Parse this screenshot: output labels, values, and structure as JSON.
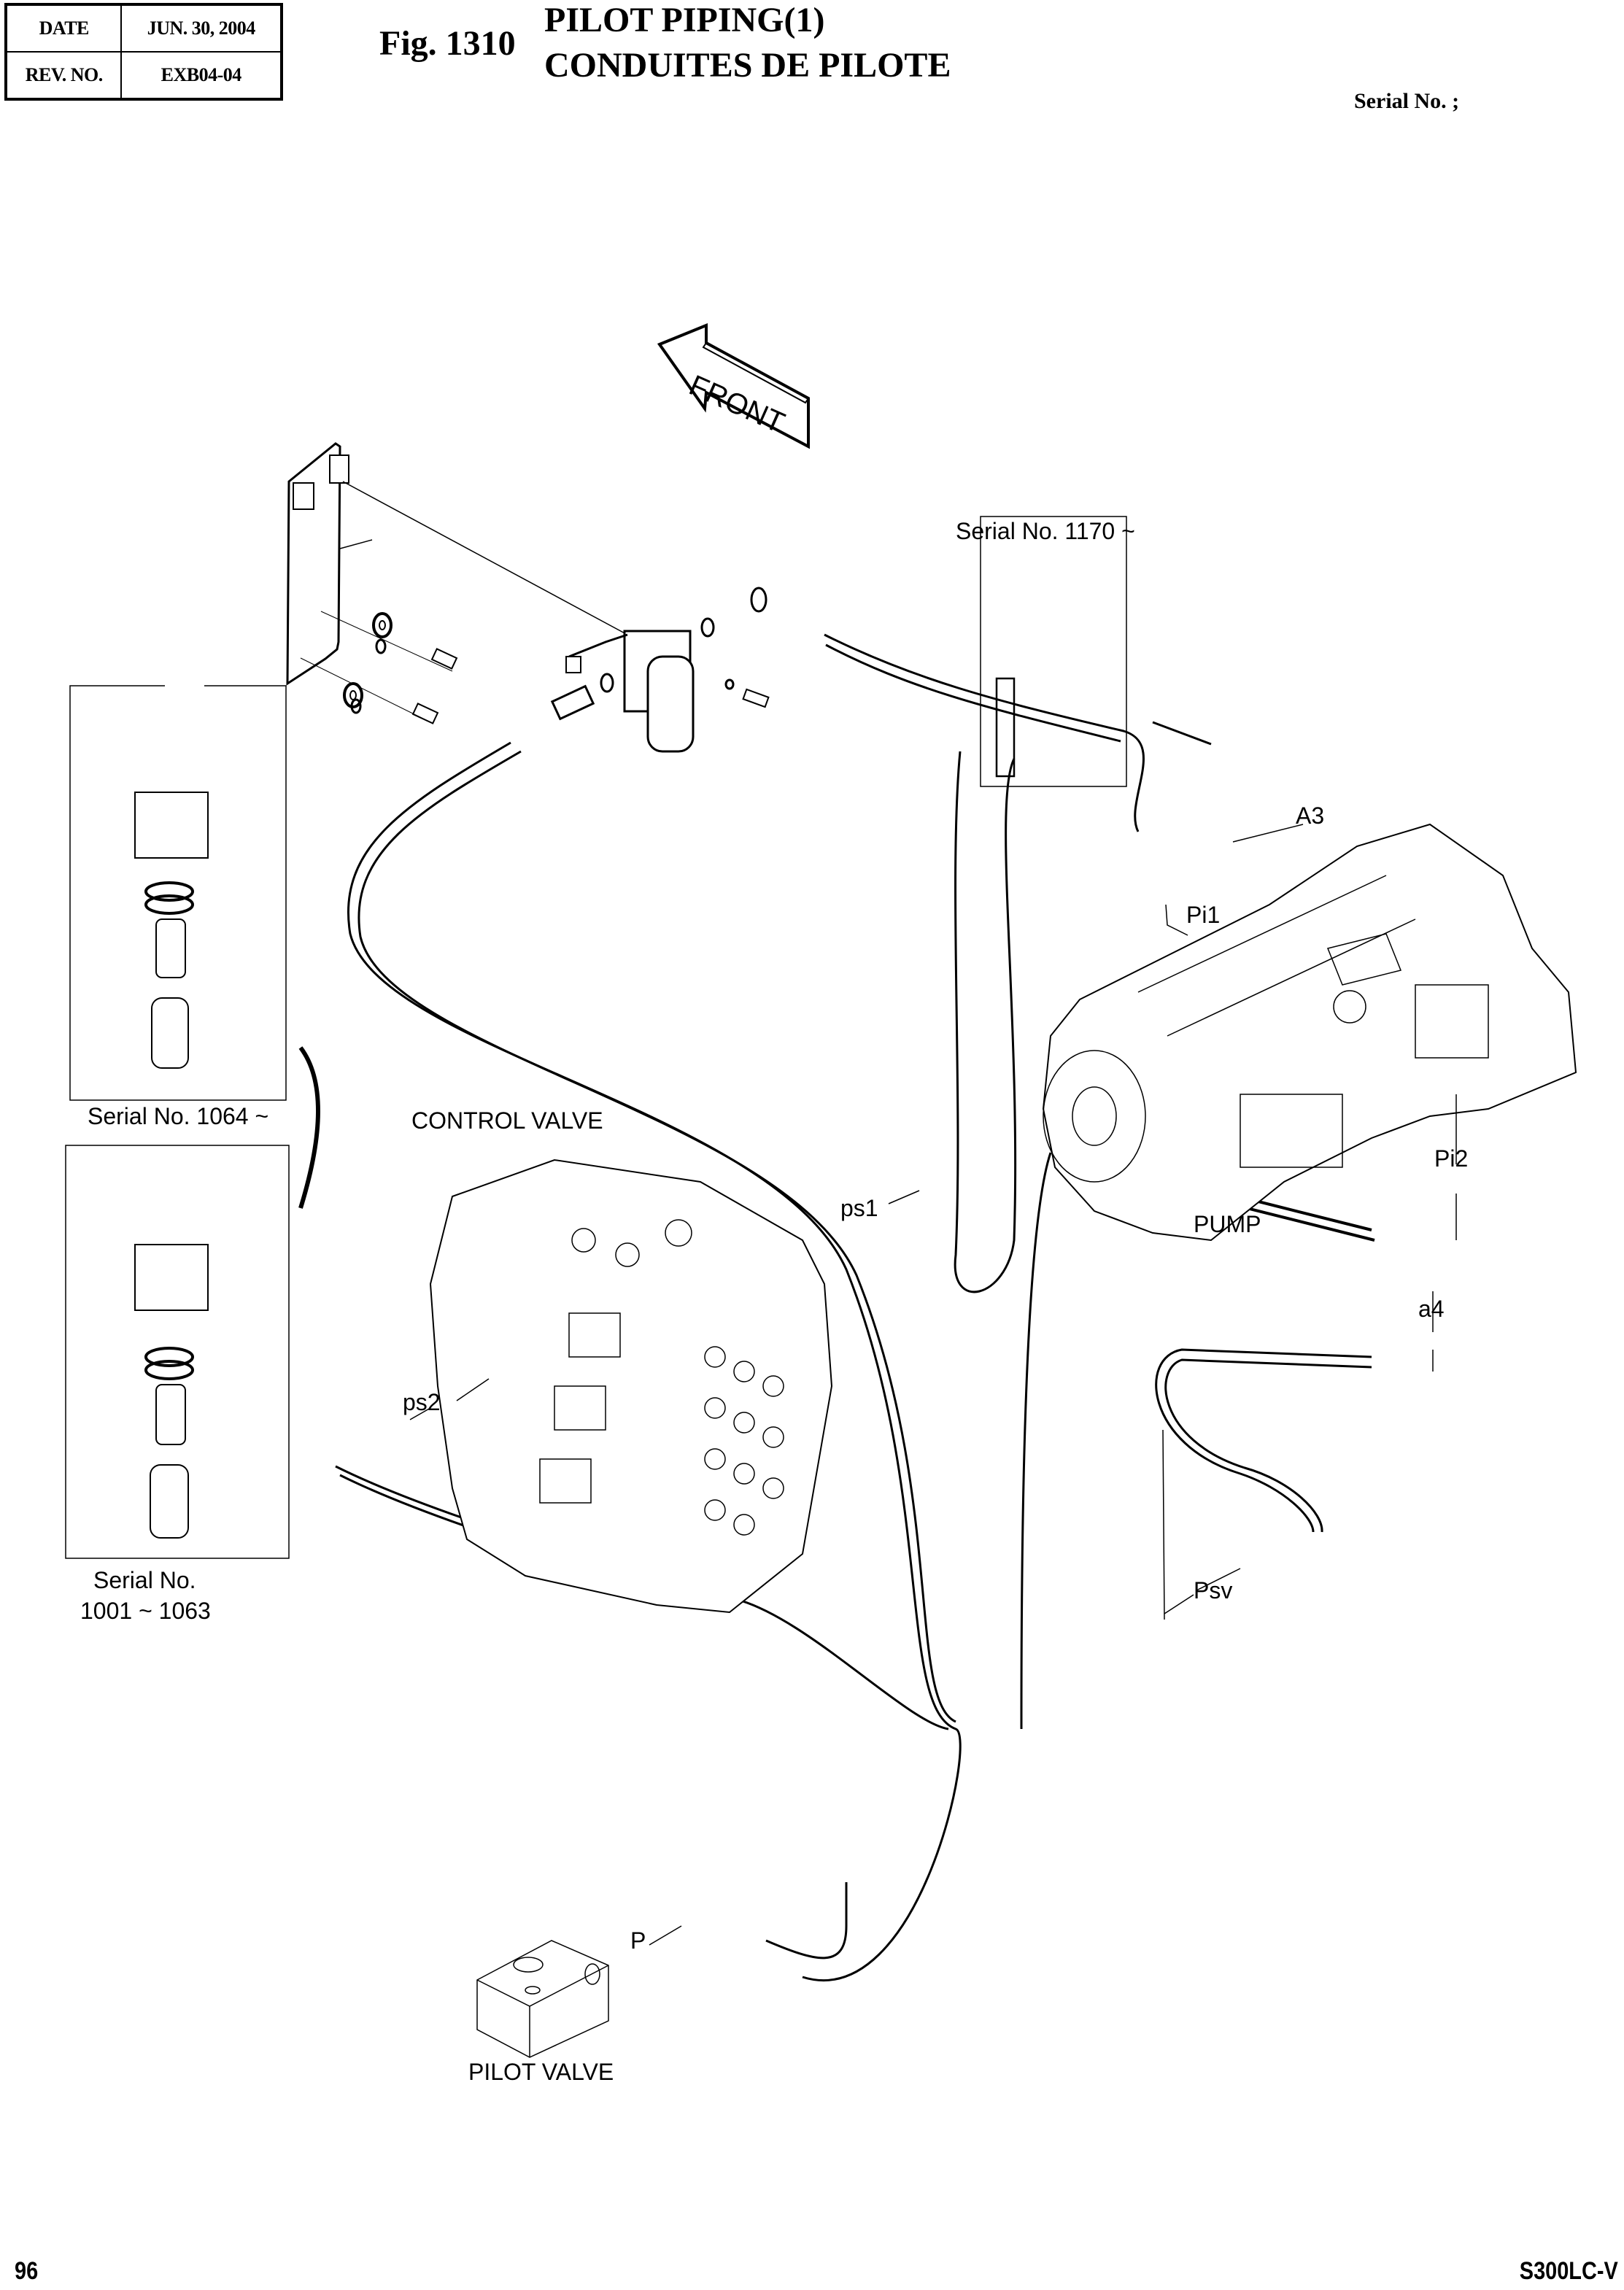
{
  "header": {
    "rev_table": {
      "date_label": "DATE",
      "date_value": "JUN. 30, 2004",
      "rev_label": "REV. NO.",
      "rev_value": "EXB04-04"
    },
    "figure_number": "Fig. 1310",
    "title_en": "PILOT PIPING(1)",
    "title_fr": "CONDUITES DE PILOTE",
    "serial_label": "Serial No. ;"
  },
  "diagram": {
    "direction_arrow": "FRONT",
    "inset_serial_1170": "Serial No. 1170 ~",
    "inset_serial_1064": "Serial No. 1064 ~",
    "inset_serial_1001_line1": "Serial No.",
    "inset_serial_1001_line2": "1001 ~ 1063",
    "components": {
      "control_valve": "CONTROL VALVE",
      "pump": "PUMP",
      "pilot_valve": "PILOT VALVE"
    },
    "ports": {
      "a3": "A3",
      "pi1": "Pi1",
      "pi2": "Pi2",
      "a4": "a4",
      "ps1": "ps1",
      "ps2": "ps2",
      "psv": "Psv",
      "p": "P"
    }
  },
  "footer": {
    "page_number": "96",
    "model": "S300LC-V"
  }
}
